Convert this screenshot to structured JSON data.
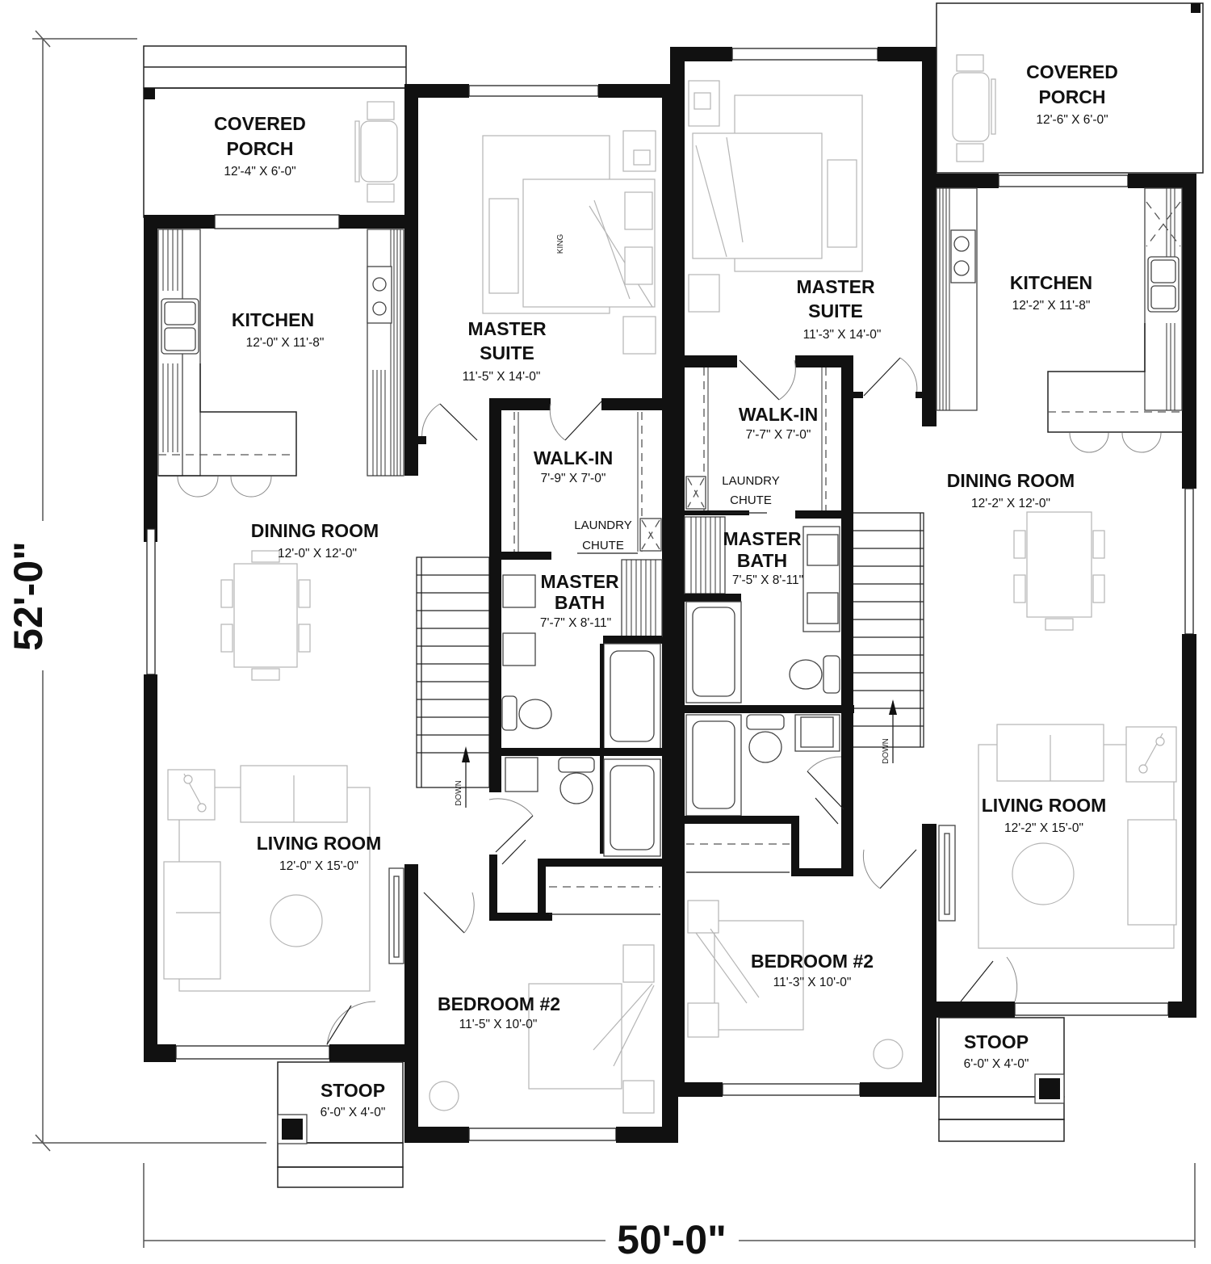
{
  "plan": {
    "overall_width": "50'-0\"",
    "overall_depth": "52'-0\""
  },
  "units": {
    "left": {
      "covered_porch": {
        "name_line1": "COVERED",
        "name_line2": "PORCH",
        "dims": "12'-4\" X 6'-0\""
      },
      "kitchen": {
        "name": "KITCHEN",
        "dims": "12'-0\" X 11'-8\""
      },
      "dining_room": {
        "name": "DINING ROOM",
        "dims": "12'-0\" X 12'-0\""
      },
      "living_room": {
        "name": "LIVING ROOM",
        "dims": "12'-0\" X 15'-0\""
      },
      "master_suite": {
        "name_line1": "MASTER",
        "name_line2": "SUITE",
        "dims": "11'-5\" X 14'-0\"",
        "bed_label": "KING"
      },
      "walk_in": {
        "name": "WALK-IN",
        "dims": "7'-9\" X 7'-0\""
      },
      "laundry_chute": {
        "line1": "LAUNDRY",
        "line2": "CHUTE"
      },
      "master_bath": {
        "name_line1": "MASTER",
        "name_line2": "BATH",
        "dims": "7'-7\" X 8'-11\""
      },
      "bedroom_2": {
        "name": "BEDROOM #2",
        "dims": "11'-5\" X 10'-0\""
      },
      "stoop": {
        "name": "STOOP",
        "dims": "6'-0\" X 4'-0\""
      },
      "stair_label": "DOWN"
    },
    "right": {
      "covered_porch": {
        "name_line1": "COVERED",
        "name_line2": "PORCH",
        "dims": "12'-6\" X 6'-0\""
      },
      "kitchen": {
        "name": "KITCHEN",
        "dims": "12'-2\" X 11'-8\""
      },
      "dining_room": {
        "name": "DINING ROOM",
        "dims": "12'-2\" X 12'-0\""
      },
      "living_room": {
        "name": "LIVING ROOM",
        "dims": "12'-2\" X 15'-0\""
      },
      "master_suite": {
        "name_line1": "MASTER",
        "name_line2": "SUITE",
        "dims": "11'-3\" X 14'-0\""
      },
      "walk_in": {
        "name": "WALK-IN",
        "dims": "7'-7\" X 7'-0\""
      },
      "laundry_chute": {
        "line1": "LAUNDRY",
        "line2": "CHUTE"
      },
      "master_bath": {
        "name_line1": "MASTER",
        "name_line2": "BATH",
        "dims": "7'-5\" X 8'-11\""
      },
      "bedroom_2": {
        "name": "BEDROOM #2",
        "dims": "11'-3\" X 10'-0\""
      },
      "stoop": {
        "name": "STOOP",
        "dims": "6'-0\" X 4'-0\""
      },
      "stair_label": "DOWN"
    }
  }
}
